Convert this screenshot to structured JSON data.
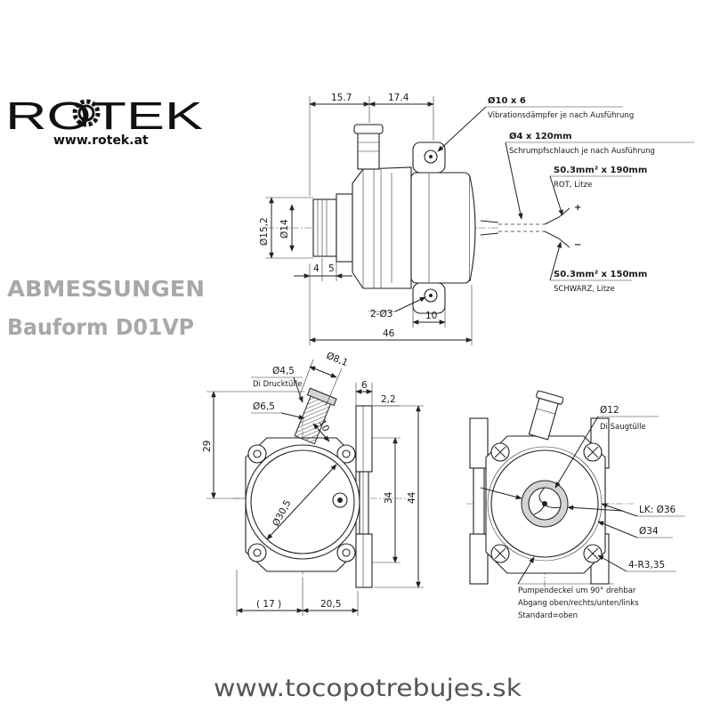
{
  "brand": {
    "logo_text": "ROTEK",
    "url": "www.rotek.at"
  },
  "heading": {
    "line1": "ABMESSUNGEN",
    "line2": "Bauform D01VP"
  },
  "footer": {
    "watermark": "www.tocopotrebujes.sk"
  },
  "side_view": {
    "dims": {
      "d15_7": "15.7",
      "d17_4": "17.4",
      "d15_2": "Ø15,2",
      "d14": "Ø14",
      "d4": "4",
      "d5": "5",
      "d2x3": "2-Ø3",
      "d10": "10",
      "d46": "46"
    },
    "callouts": {
      "damper_dim": "Ø10 x 6",
      "damper_text": "Vibrationsdämpfer je nach Ausführung",
      "sleeve_dim": "Ø4 x 120mm",
      "sleeve_text": "Schrumpfschlauch je nach Ausführung",
      "red_wire_dim": "S0.3mm² x 190mm",
      "red_wire_text": "ROT, Litze",
      "black_wire_dim": "S0.3mm² x 150mm",
      "black_wire_text": "SCHWARZ, Litze",
      "plus": "+",
      "minus": "−"
    }
  },
  "front_view": {
    "dims": {
      "d4_5": "Ø4,5",
      "outlet_text": "Di Drucktülle",
      "d8_1": "Ø8,1",
      "d6_5": "Ø6,5",
      "d10": "10",
      "d29": "29",
      "d30_5": "Ø30,5",
      "d6": "6",
      "d2_2": "2,2",
      "d34": "34",
      "d44": "44",
      "d17": "( 17 )",
      "d20_5": "20,5"
    }
  },
  "back_view": {
    "dims": {
      "d12": "Ø12",
      "inlet_text": "Di Saugtülle",
      "lk36": "LK: Ø36",
      "d34": "Ø34",
      "r335": "4-R3,35"
    },
    "notes": {
      "line1": "Pumpendeckel um 90° drehbar",
      "line2": "Abgang oben/rechts/unten/links",
      "line3": "Standard=oben"
    }
  }
}
